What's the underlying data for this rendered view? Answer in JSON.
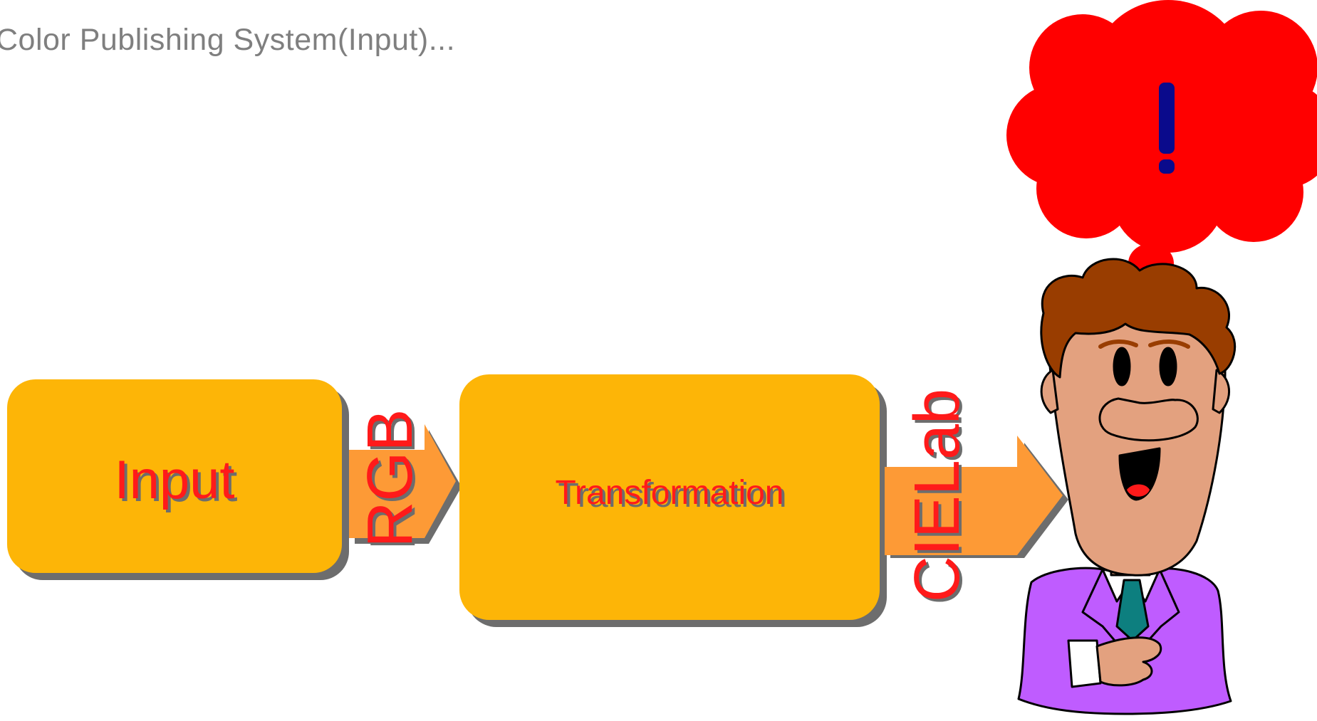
{
  "title": "Color Publishing System(Input)...",
  "boxes": {
    "input_label": "Input",
    "transformation_label": "Transformation"
  },
  "arrows": {
    "rgb_label": "RGB",
    "cielab_label": "CIELab"
  },
  "thought_bubble": {
    "symbol": "!"
  },
  "colors": {
    "box_fill": "#FDB507",
    "box_shadow": "#6D6D6D",
    "arrow_fill": "#FD9A36",
    "label_text": "#FF1A1A",
    "title_text": "#7F7F7F",
    "bubble_fill": "#FF0000",
    "exclamation": "#0A0A8C",
    "skin": "#E3A17F",
    "hair": "#993D00",
    "jacket": "#BF5CFF",
    "tie": "#0D7F7F"
  }
}
